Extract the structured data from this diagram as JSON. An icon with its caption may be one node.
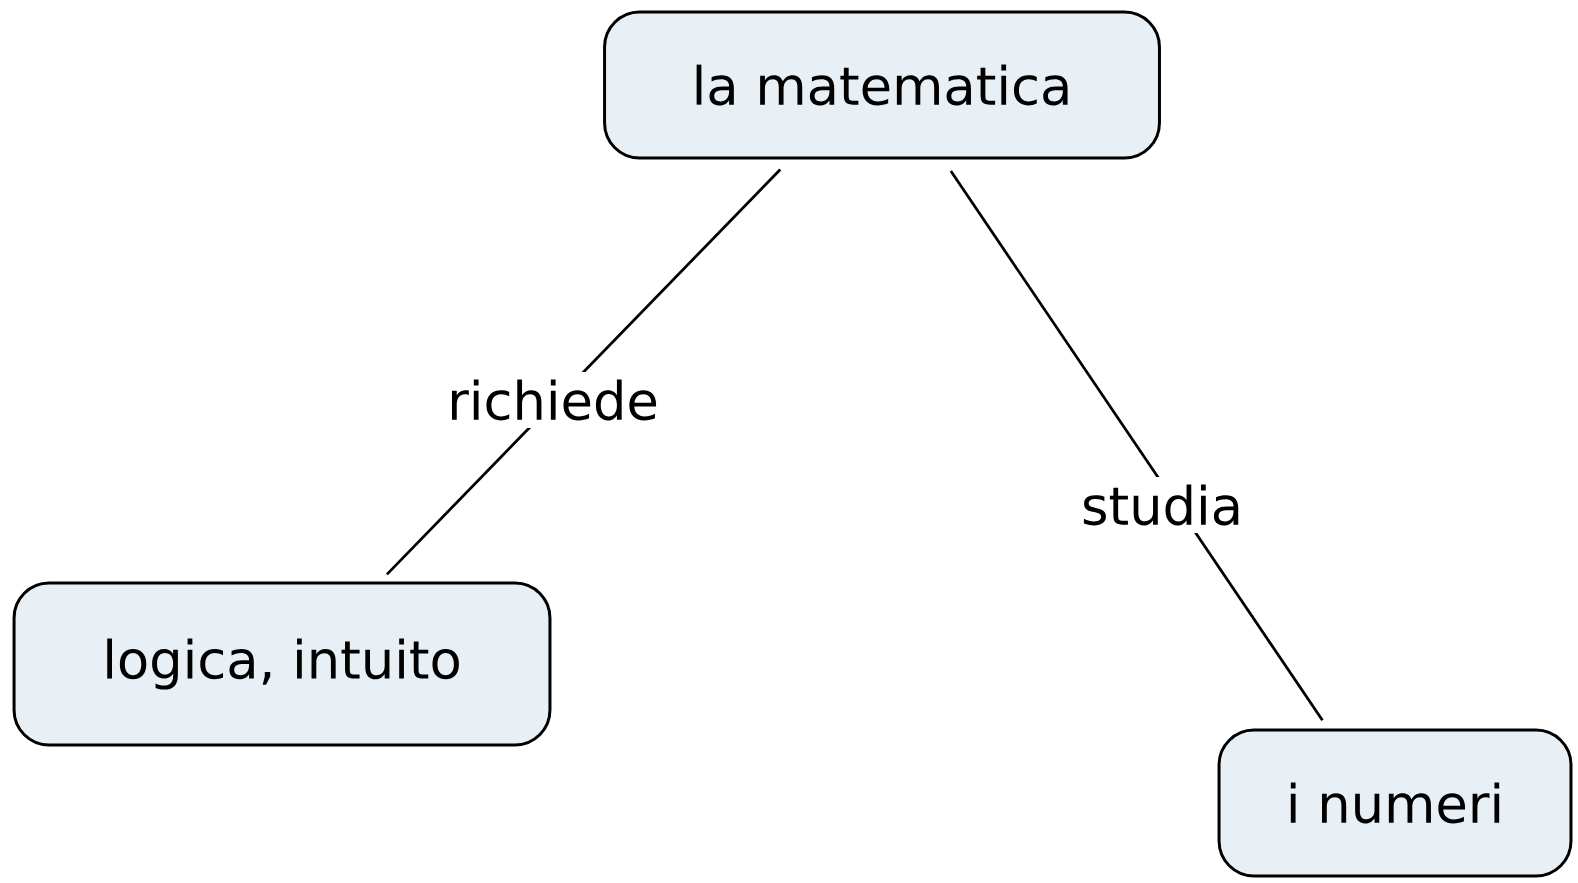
{
  "diagram": {
    "nodes": [
      {
        "text": [
          "la matematica"
        ]
      },
      {
        "text": [
          "logica, intuito"
        ]
      },
      {
        "text": [
          "i numeri"
        ]
      }
    ],
    "edges": [
      {
        "from": 0,
        "to": 1,
        "arrow": "none",
        "label": "richiede"
      },
      {
        "from": 0,
        "to": 2,
        "arrow": "none",
        "label": "studia"
      }
    ]
  }
}
